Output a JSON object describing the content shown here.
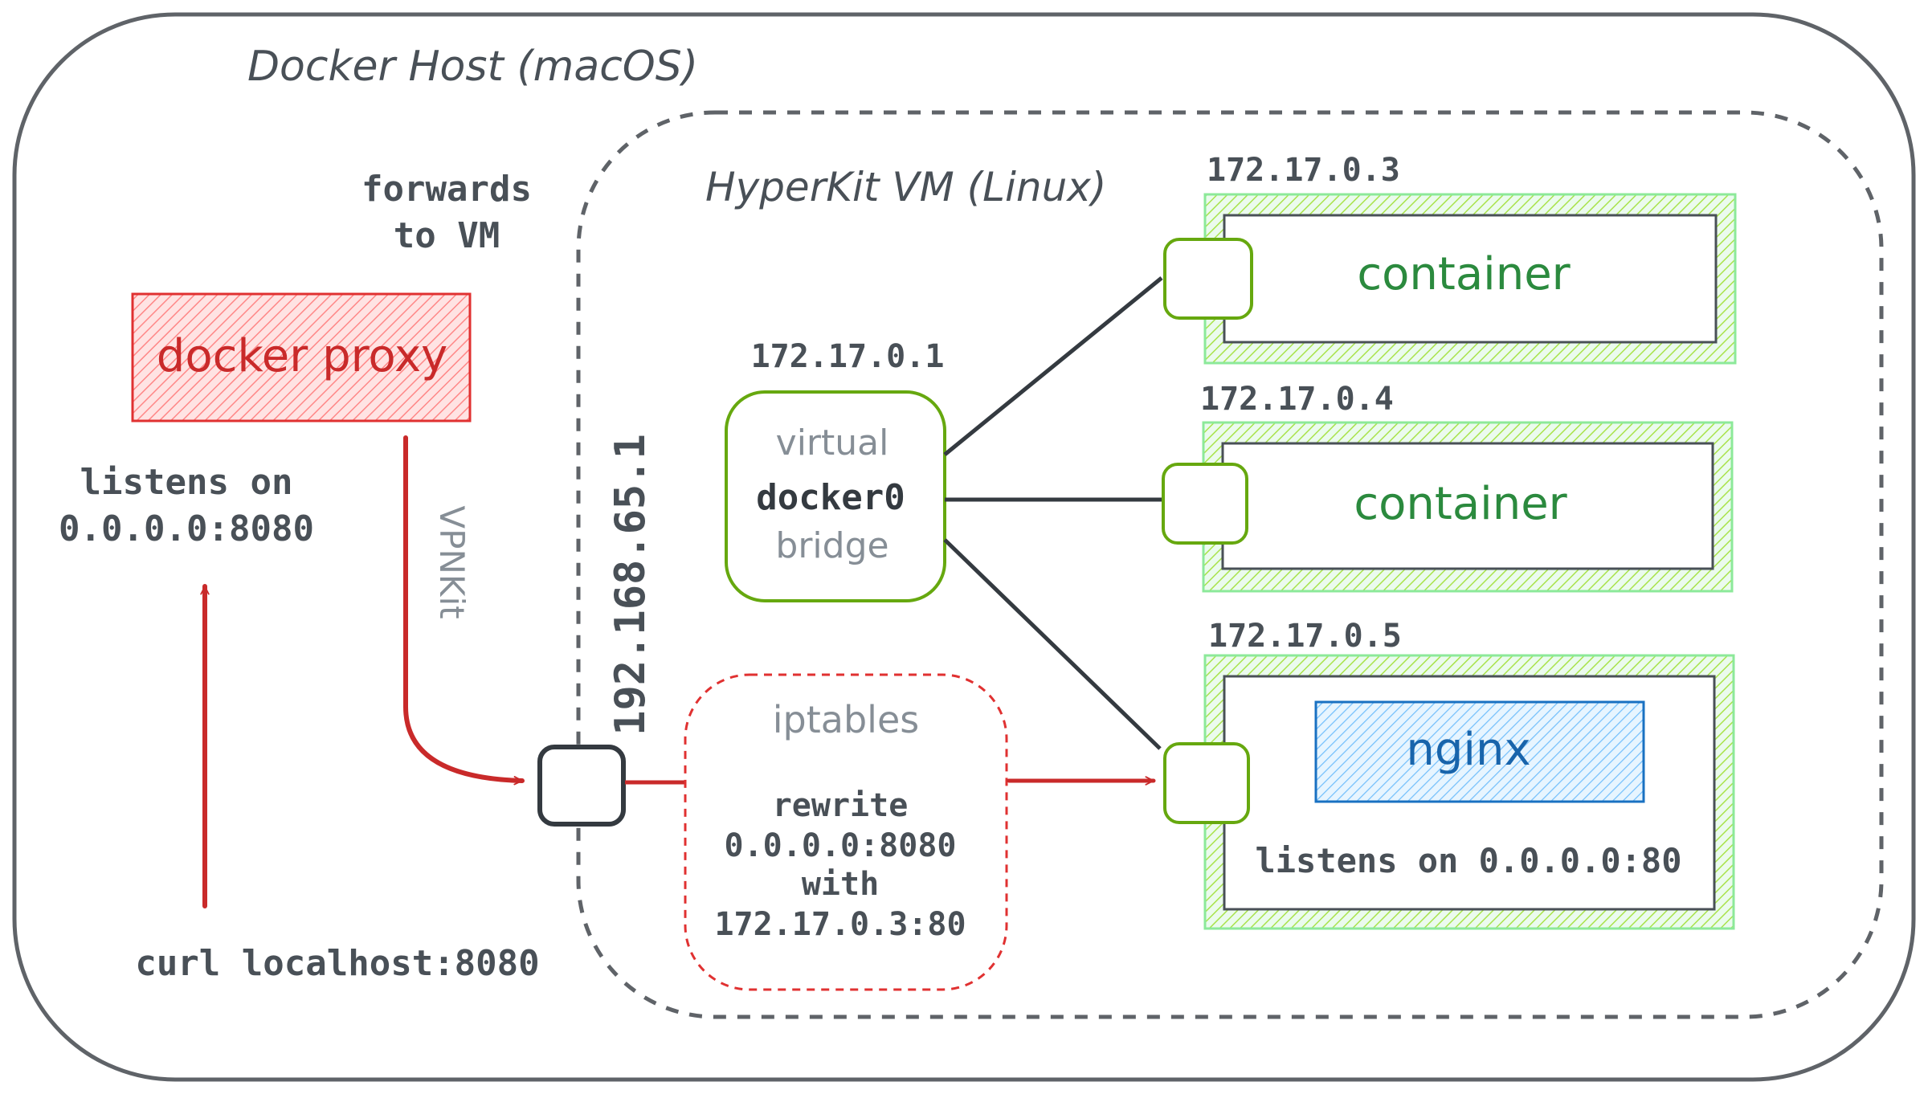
{
  "host": {
    "title": "Docker Host (macOS)"
  },
  "vm": {
    "title": "HyperKit VM (Linux)",
    "gateway_ip": "192.168.65.1"
  },
  "proxy": {
    "label": "docker proxy",
    "forwards_line1": "forwards",
    "forwards_line2": "to VM",
    "listens_line1": "listens on",
    "listens_line2": "0.0.0.0:8080",
    "vpnkit_label": "VPNKit"
  },
  "client": {
    "command": "curl localhost:8080"
  },
  "bridge": {
    "ip": "172.17.0.1",
    "line1": "virtual",
    "line2": "docker0",
    "line3": "bridge"
  },
  "iptables": {
    "title": "iptables",
    "line1": "rewrite",
    "line2": "0.0.0.0:8080",
    "line3": "with",
    "line4": "172.17.0.3:80"
  },
  "containers": [
    {
      "ip": "172.17.0.3",
      "label": "container"
    },
    {
      "ip": "172.17.0.4",
      "label": "container"
    },
    {
      "ip": "172.17.0.5",
      "app": "nginx",
      "listens": "listens on 0.0.0.0:80"
    }
  ],
  "colors": {
    "outline": "#5f6368",
    "proxy_red": "#c92a2a",
    "proxy_fill": "#ffc9c9",
    "container_green": "#2b8a3e",
    "container_hatch": "#8ce99a",
    "node_green": "#66a80f",
    "nginx_blue": "#1864ab",
    "nginx_fill": "#a5d8ff",
    "muted_text": "#868e96",
    "dark_text": "#343a40"
  }
}
